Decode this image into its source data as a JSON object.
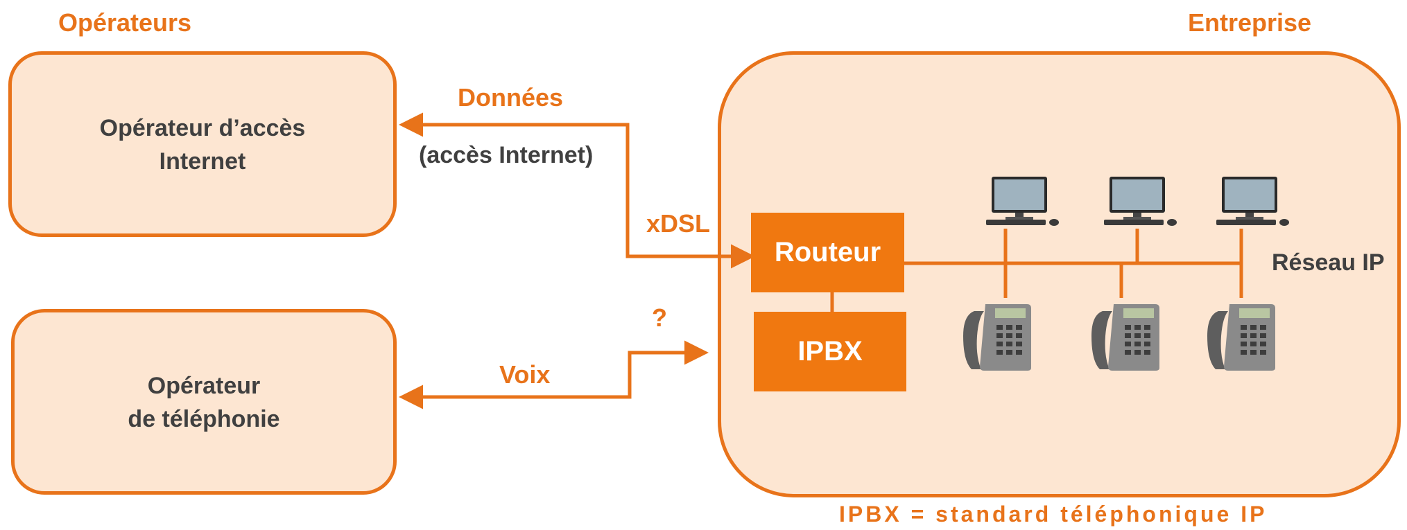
{
  "operators_heading": "Opérateurs",
  "enterprise_heading": "Entreprise",
  "isp_box": {
    "line1": "Opérateur d’accès",
    "line2": "Internet"
  },
  "telco_box": {
    "line1": "Opérateur",
    "line2": "de téléphonie"
  },
  "data_label": "Données",
  "data_sublabel": "(accès Internet)",
  "xdsl_label": "xDSL",
  "question_label": "?",
  "voice_label": "Voix",
  "router_label": "Routeur",
  "ipbx_label": "IPBX",
  "network_label": "Réseau IP",
  "footnote": "IPBX = standard téléphonique IP",
  "colors": {
    "accent": "#e8731a",
    "box_fill": "#fde6d2",
    "solid": "#f07810",
    "text": "#404040"
  },
  "devices": {
    "computers": [
      "computer-icon",
      "computer-icon",
      "computer-icon"
    ],
    "phones": [
      "ip-phone-icon",
      "ip-phone-icon",
      "ip-phone-icon"
    ]
  }
}
